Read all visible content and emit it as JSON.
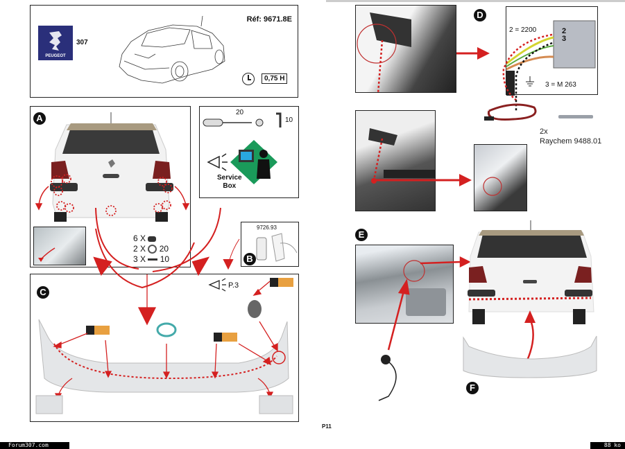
{
  "header": {
    "brand": "PEUGEOT",
    "model": "307",
    "reference": "Réf: 9671.8E",
    "duration": "0,75 H",
    "icons": {
      "logo": "peugeot-lion-logo",
      "car": "car-drawing",
      "clock": "clock-icon"
    }
  },
  "panel_a": {
    "label": "A",
    "parts": [
      {
        "qty": "6 X",
        "item": "clip-icon",
        "size": ""
      },
      {
        "qty": "2 X",
        "item": "nut-icon",
        "size": "20"
      },
      {
        "qty": "3 X",
        "item": "hex-key-icon",
        "size": "10"
      }
    ]
  },
  "tools": {
    "screwdriver_size": "20",
    "wrench_size": "10",
    "service_box_line1": "Service",
    "service_box_line2": "Box"
  },
  "panel_b": {
    "label": "B",
    "part_number": "9726.93"
  },
  "panel_c": {
    "label": "C",
    "reference_page": "P.3"
  },
  "panel_d": {
    "label": "D",
    "pin2": "2 = 2200",
    "pin3": "3 = M 263",
    "pin_labels": [
      "2",
      "3"
    ],
    "connector_qty": "2x",
    "connector_name": "Raychem 9488.01"
  },
  "panel_e": {
    "label": "E"
  },
  "panel_f": {
    "label": "F"
  },
  "page_number": "P11",
  "footer": {
    "site": "Forum307.com",
    "filesize": "88 ko"
  },
  "colors": {
    "accent_red": "#d42020",
    "peugeot_blue": "#2a2f7a",
    "service_green": "#1a9a5a",
    "tape_orange": "#e8a040"
  }
}
